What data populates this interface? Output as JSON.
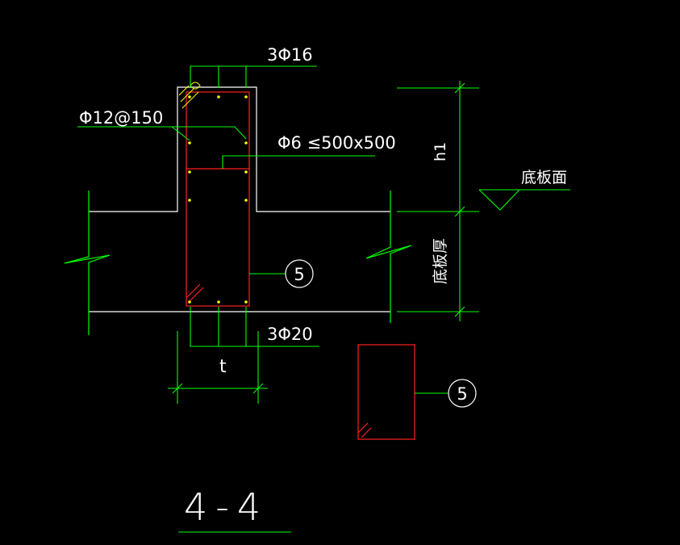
{
  "drawing": {
    "colors": {
      "background": "#000000",
      "dimension": "#00ff00",
      "outline": "#ffffff",
      "rebar": "#ff2020",
      "rebar_dot": "#ffff00"
    },
    "labels": {
      "top_bars": "3Φ16",
      "side_bars": "Φ12@150",
      "stirrup": "Φ6 ≤500x500",
      "bottom_bars": "3Φ20",
      "width_dim": "t",
      "height_dim": "h1",
      "slab_top": "底板面",
      "slab_thickness": "底板厚",
      "detail_callout_1": "5",
      "detail_callout_2": "5",
      "section_title": "4-4"
    }
  }
}
